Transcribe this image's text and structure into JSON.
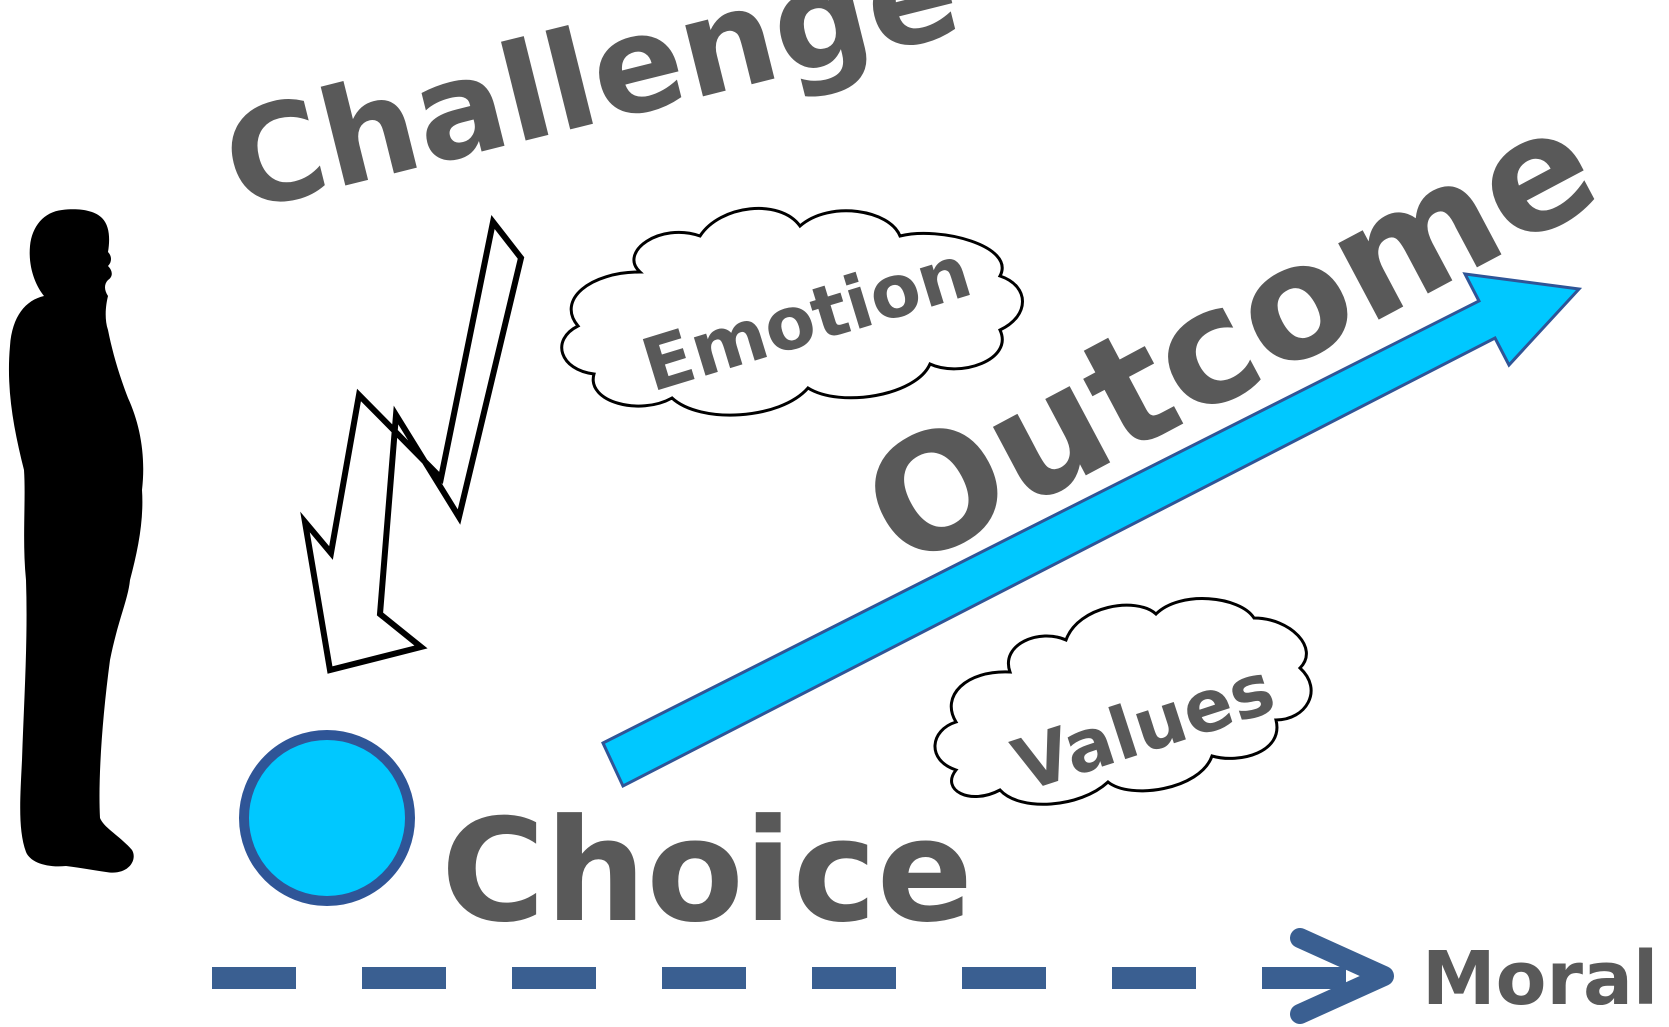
{
  "diagram": {
    "labels": {
      "challenge": "Challenge",
      "emotion": "Emotion",
      "outcome": "Outcome",
      "values": "Values",
      "choice": "Choice",
      "moral": "Moral"
    },
    "colors": {
      "text": "#595959",
      "accent_fill": "#00c8ff",
      "accent_stroke": "#2f5597",
      "dashed_line": "#3a5f91",
      "silhouette": "#000000",
      "outline": "#000000"
    },
    "icons": {
      "person": "person-silhouette-icon",
      "lightning": "lightning-bolt-arrow-icon",
      "cloud": "cloud-icon",
      "arrow": "arrow-icon",
      "circle": "circle-icon"
    }
  }
}
